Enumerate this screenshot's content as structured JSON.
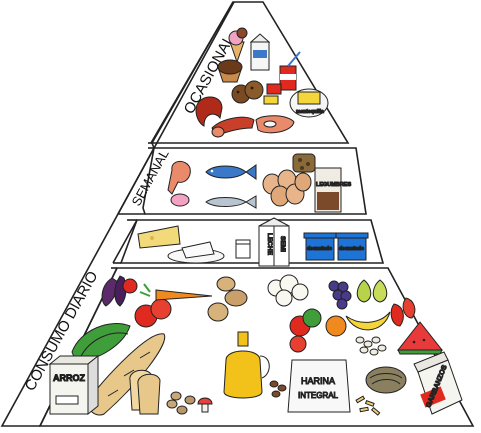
{
  "tiers": {
    "ocasional": "OCASIONAL",
    "semanal": "SEMANAL",
    "consumo_diario": "CONSUMO DIARIO"
  },
  "packages": {
    "legumbres": "LEGUMBRES",
    "leche": "LECHE",
    "semi": "SEMI",
    "desnatado_1": "desnatado",
    "desnatado_2": "desnatado",
    "arroz": "ARROZ",
    "harina": "HARINA",
    "integral": "INTEGRAL",
    "garbanzos": "GARBANZOS",
    "mantequilla": "mantequilla"
  },
  "colors": {
    "outline": "#222222",
    "salmon": "#e98a6a",
    "fish_blue": "#3b78c8",
    "yogurt_blue": "#1e73d6",
    "tomato_red": "#e02a20",
    "carrot_orange": "#f08a1e",
    "oil_yellow": "#f2c21a",
    "lettuce_green": "#3f9e3a",
    "bread_tan": "#e8c88a",
    "eggplant_purple": "#5a2a6a",
    "potato_tan": "#d7b27a",
    "grape_purple": "#4a3a8a",
    "pear_green": "#b7d34a",
    "banana_yellow": "#f5d63a",
    "melon_red": "#e83a3a"
  }
}
